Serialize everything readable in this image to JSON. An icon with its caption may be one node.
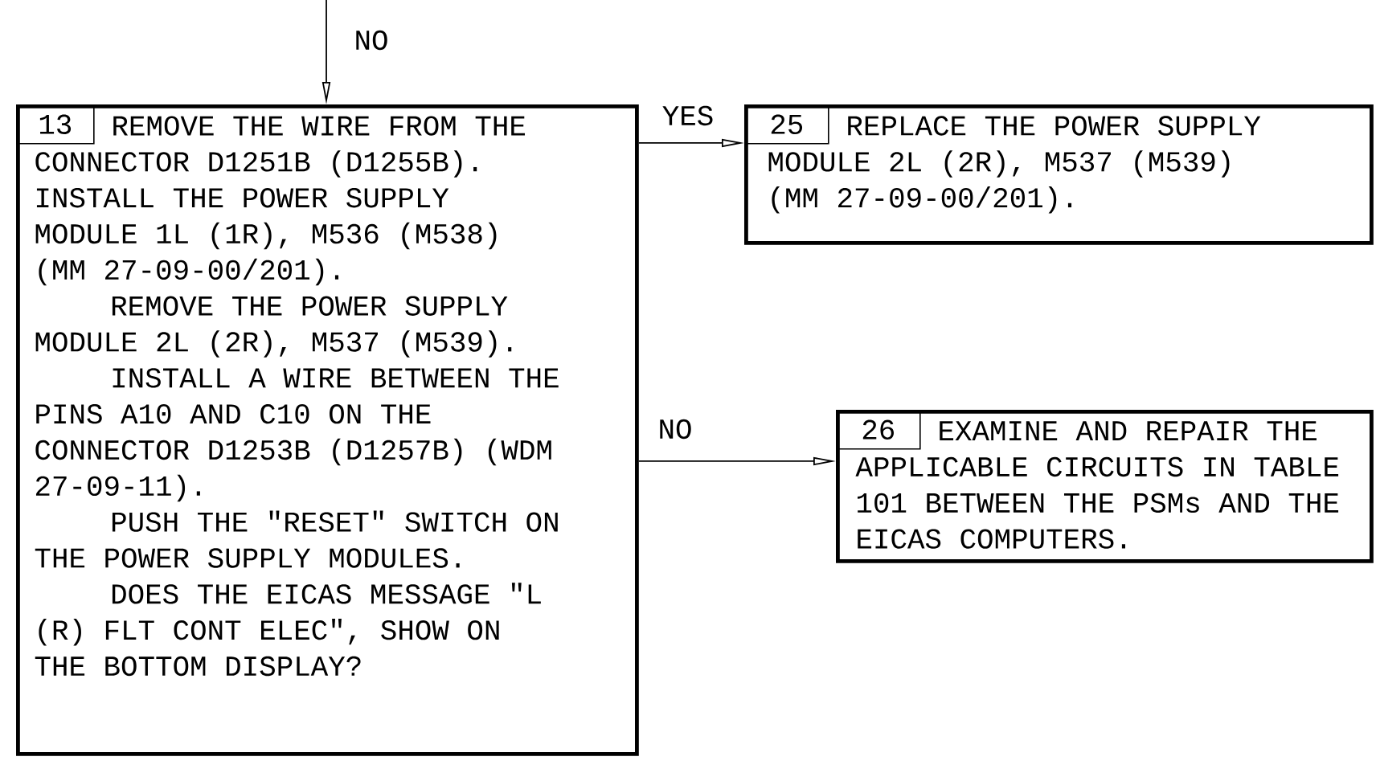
{
  "diagram": {
    "nodes": [
      {
        "text": [
          "13",
          "REMOVE THE WIRE FROM THE CONNECTOR D1251B (D1255B). INSTALL THE POWER SUPPLY MODULE 1L (1R), M536 (M538) (MM 27-09-00/201).",
          "REMOVE THE POWER SUPPLY MODULE 2L (2R), M537 (M539).",
          "INSTALL A WIRE BETWEEN THE PINS A10 AND C10 ON THE CONNECTOR D1253B (D1257B) (WDM 27-09-11).",
          "PUSH THE \"RESET\" SWITCH ON THE POWER SUPPLY MODULES.",
          "DOES THE EICAS MESSAGE \"L (R) FLT CONT ELEC\", SHOW ON THE BOTTOM DISPLAY?"
        ]
      },
      {
        "text": [
          "25",
          "REPLACE THE POWER SUPPLY MODULE 2L (2R), M537 (M539) (MM 27-09-00/201)."
        ]
      },
      {
        "text": [
          "26",
          "EXAMINE AND REPAIR THE APPLICABLE CIRCUITS IN TABLE 101 BETWEEN THE PSMs AND THE EICAS COMPUTERS."
        ]
      }
    ],
    "edges": [
      {
        "from": null,
        "to": 0,
        "arrow": "to",
        "label": "NO"
      },
      {
        "from": 0,
        "to": 1,
        "arrow": "to",
        "label": "YES"
      },
      {
        "from": 0,
        "to": 2,
        "arrow": "to",
        "label": "NO"
      }
    ]
  }
}
